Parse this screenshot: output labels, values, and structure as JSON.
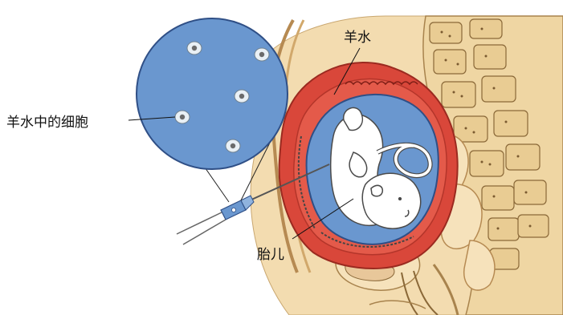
{
  "figure": {
    "labels": {
      "cells": "羊水中的细胞",
      "amniotic_fluid": "羊水",
      "fetus": "胎儿"
    },
    "colors": {
      "fluid_blue": "#6a97cf",
      "uterus_wall": "#d9473a",
      "tissue_tan": "#f3dcb0",
      "bone_tan": "#efd6a3",
      "fetus_white": "#ffffff"
    }
  }
}
